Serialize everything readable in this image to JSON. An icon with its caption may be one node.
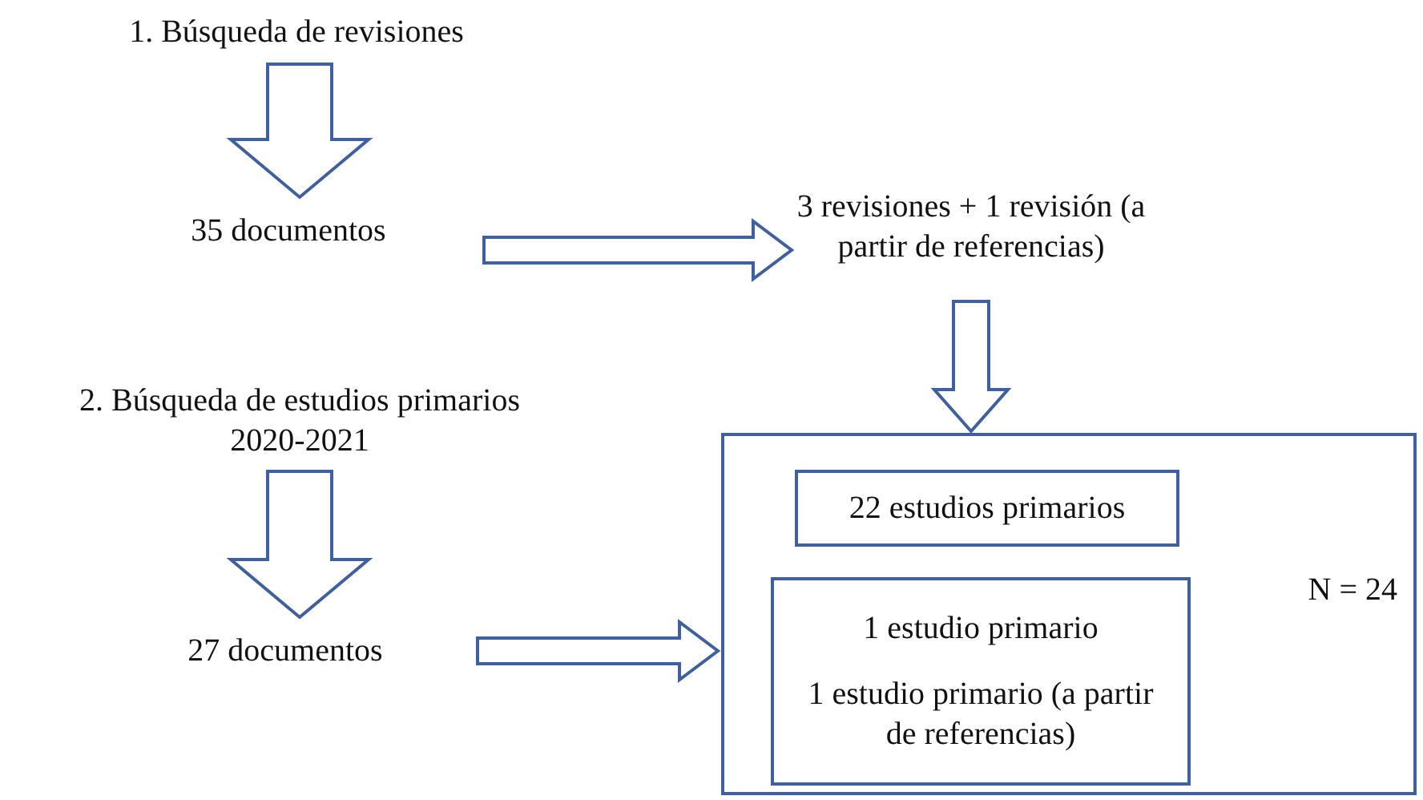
{
  "diagram": {
    "nodes": [
      {
        "text": [
          "1. Búsqueda de revisiones"
        ]
      },
      {
        "text": [
          "35 documentos"
        ]
      },
      {
        "text": [
          "3 revisiones + 1 revisión (a partir de referencias)"
        ]
      },
      {
        "text": [
          "2. Búsqueda de estudios primarios 2020-2021"
        ]
      },
      {
        "text": [
          "27 documentos"
        ]
      },
      {
        "text": [
          "N = 24"
        ]
      },
      {
        "text": [
          "22 estudios primarios"
        ],
        "in": 5
      },
      {
        "text": [
          "1 estudio primario",
          "1 estudio primario (a partir de referencias)"
        ],
        "in": 5
      }
    ],
    "edges": [
      {
        "from": 0,
        "to": 1,
        "arrow": "to"
      },
      {
        "from": 1,
        "to": 2,
        "arrow": "to"
      },
      {
        "from": 2,
        "to": 5,
        "arrow": "to"
      },
      {
        "from": 3,
        "to": 4,
        "arrow": "to"
      },
      {
        "from": 4,
        "to": 5,
        "arrow": "to"
      }
    ]
  }
}
